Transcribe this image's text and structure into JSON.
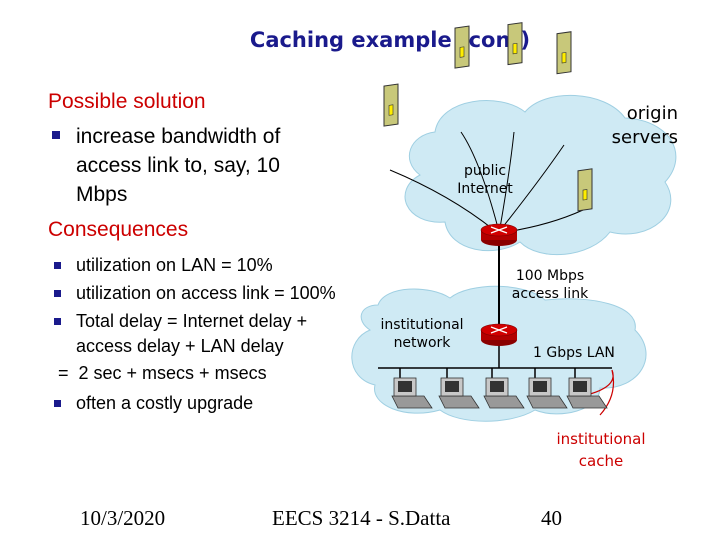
{
  "title": "Caching example (cont)",
  "solution_heading": "Possible solution",
  "solution_lines": [
    "increase bandwidth of",
    "access link to, say, 10",
    "Mbps"
  ],
  "consequences_heading": "Consequences",
  "consequences": {
    "c1": "utilization on LAN = 10%",
    "c2": "utilization on access link = 100%",
    "c3_line1": "Total delay   = Internet delay +",
    "c3_line2": "access delay + LAN delay",
    "c3_line3": "=  2 sec + msecs + msecs",
    "c4": "often a costly upgrade"
  },
  "diagram": {
    "origin_servers": [
      "origin",
      "servers"
    ],
    "public_internet": [
      "public",
      "Internet"
    ],
    "access_link": [
      "100 Mbps",
      "access link"
    ],
    "institutional_network": [
      "institutional",
      "network"
    ],
    "lan": "1 Gbps LAN",
    "institutional_cache": [
      "institutional",
      "cache"
    ]
  },
  "colors": {
    "title": "#1a1a8c",
    "accent_red": "#cc0000",
    "cloud": "#cfeaf4",
    "router": "#b30000"
  },
  "footer": {
    "date": "10/3/2020",
    "course": "EECS 3214 - S.Datta",
    "page": "40"
  }
}
